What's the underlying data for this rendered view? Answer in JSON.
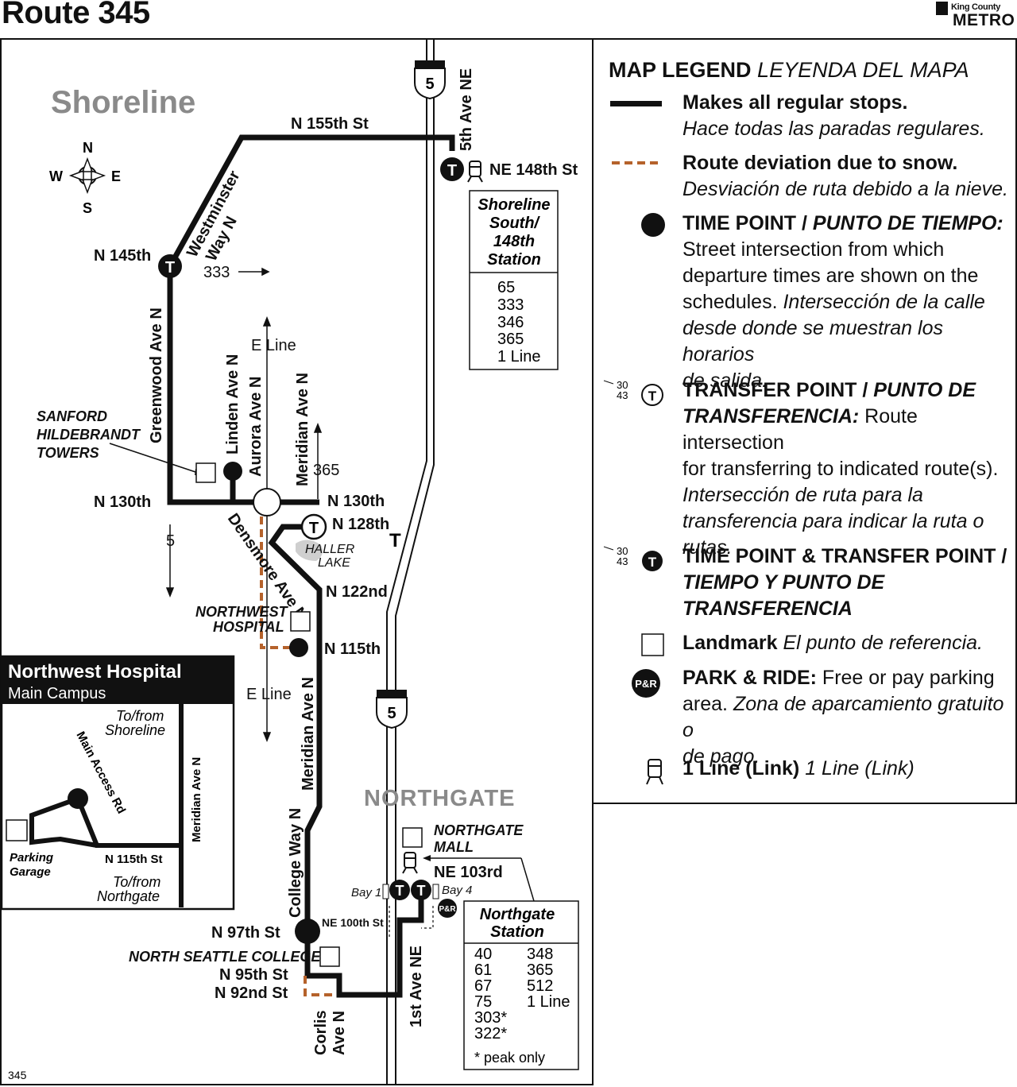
{
  "header": {
    "title": "Route 345",
    "logo_top": "King County",
    "logo_bottom": "METRO"
  },
  "colors": {
    "route": "#111111",
    "snow": "#b5622b",
    "area_label": "#8a8a8a"
  },
  "map": {
    "area_labels": {
      "shoreline": "Shoreline",
      "northgate": "NORTHGATE"
    },
    "compass": {
      "n": "N",
      "s": "S",
      "e": "E",
      "w": "W"
    },
    "streets": {
      "n155": "N 155th St",
      "westminster_1": "Westminster",
      "westminster_2": "Way N",
      "fifth_ave": "5th Ave NE",
      "ne148": "NE 148th St",
      "n145": "N 145th",
      "greenwood": "Greenwood Ave N",
      "linden": "Linden Ave N",
      "aurora": "Aurora Ave N",
      "meridian_top": "Meridian Ave N",
      "n130_left": "N 130th",
      "n130_right": "N 130th",
      "n128": "N 128th",
      "densmore": "Densmore Ave N",
      "n122": "N 122nd",
      "n115": "N 115th",
      "meridian_bottom": "Meridian Ave N",
      "college_way": "College Way N",
      "n97": "N 97th St",
      "ne100": "NE 100th St",
      "n95": "N 95th St",
      "n92": "N 92nd St",
      "corlis_1": "Corlis",
      "corlis_2": "Ave N",
      "first_ave": "1st Ave NE",
      "ne103": "NE 103rd"
    },
    "route_labels": {
      "r333": "333",
      "e_line_top": "E Line",
      "r365": "365",
      "r5": "5",
      "e_line_bottom": "E Line"
    },
    "freeway_shield": "5",
    "landmarks": {
      "sanford_1": "SANFORD",
      "sanford_2": "HILDEBRANDT",
      "sanford_3": "TOWERS",
      "haller_1": "HALLER",
      "haller_2": "LAKE",
      "nw_hosp_1": "NORTHWEST",
      "nw_hosp_2": "HOSPITAL",
      "northgate_mall_1": "NORTHGATE",
      "northgate_mall_2": "MALL",
      "nsc": "NORTH SEATTLE COLLEGE",
      "bay1": "Bay 1",
      "bay4": "Bay 4"
    },
    "shoreline_station": {
      "title_lines": [
        "Shoreline",
        "South/",
        "148th",
        "Station"
      ],
      "routes": [
        "65",
        "333",
        "346",
        "365",
        "1 Line"
      ]
    },
    "northgate_station": {
      "title_lines": [
        "Northgate",
        "Station"
      ],
      "routes_col1": [
        "40",
        "61",
        "67",
        "75",
        "303*",
        "322*"
      ],
      "routes_col2": [
        "348",
        "365",
        "512",
        "1 Line"
      ],
      "note": "* peak only"
    },
    "inset": {
      "title": "Northwest Hospital",
      "subtitle": "Main Campus",
      "to_shoreline_1": "To/from",
      "to_shoreline_2": "Shoreline",
      "to_northgate_1": "To/from",
      "to_northgate_2": "Northgate",
      "main_access": "Main Access Rd",
      "meridian": "Meridian Ave N",
      "n115": "N 115th St",
      "parking_1": "Parking",
      "parking_2": "Garage"
    },
    "map_id": "345",
    "t_symbol": "T",
    "pr_symbol": "P&R"
  },
  "legend": {
    "title": "MAP LEGEND",
    "title_es": "LEYENDA DEL MAPA",
    "regular_stops": "Makes all regular stops.",
    "regular_stops_es": "Hace todas las paradas regulares.",
    "snow": "Route deviation due to snow.",
    "snow_es": "Desviación de ruta debido a la nieve.",
    "time_point": "TIME POINT / ",
    "time_point_es": "PUNTO DE TIEMPO:",
    "time_point_desc_1": "Street intersection from which",
    "time_point_desc_2": "departure times are shown on the",
    "time_point_desc_3a": "schedules. ",
    "time_point_desc_3b": "Intersección de la calle",
    "time_point_desc_4": "desde donde se muestran los horarios",
    "time_point_desc_5": "de salida.",
    "transfer_1a": "TRANSFER POINT / ",
    "transfer_1b": "PUNTO DE",
    "transfer_2a": "TRANSFERENCIA:",
    "transfer_2b": " Route intersection",
    "transfer_3": "for transferring to indicated route(s).",
    "transfer_4": "Intersección de ruta para la",
    "transfer_5": "transferencia para indicar la ruta o",
    "transfer_6": "rutas.",
    "sample_routes_1": "30",
    "sample_routes_2": "43",
    "tptp_1": "TIME POINT & TRANSFER POINT /",
    "tptp_2": "TIEMPO Y PUNTO DE",
    "tptp_3": "TRANSFERENCIA",
    "landmark": "Landmark",
    "landmark_es": "El punto de referencia.",
    "pr_1a": "PARK & RIDE:",
    "pr_1b": " Free or pay parking",
    "pr_2a": "area. ",
    "pr_2b": "Zona de aparcamiento gratuito o",
    "pr_3": "de pago.",
    "link": "1 Line (Link)",
    "link_es": "1 Line (Link)"
  }
}
